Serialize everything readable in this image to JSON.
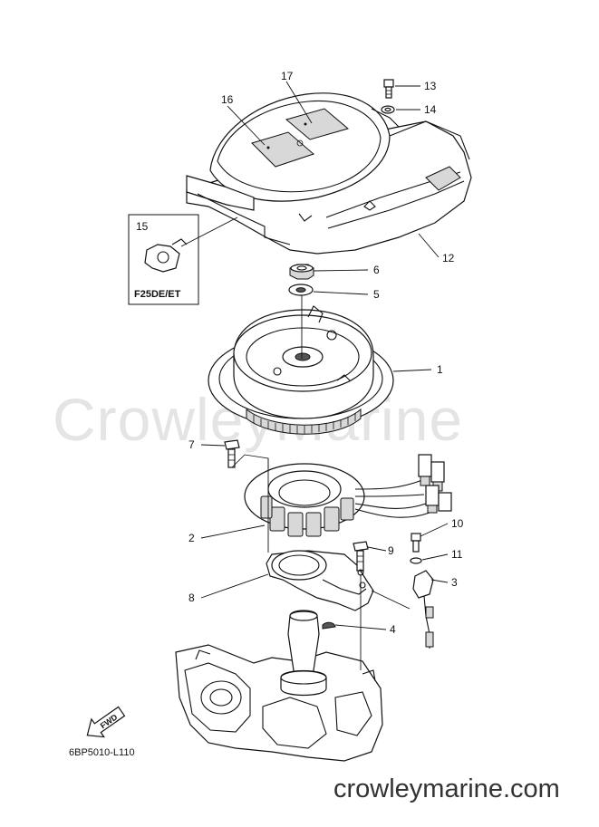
{
  "watermark": "CrowleyMarine",
  "footer": "crowleymarine.com",
  "diagram_code": "6BP5010-L110",
  "fwd_label": "FWD",
  "inset": {
    "model": "F25DE/ET"
  },
  "callouts": [
    "1",
    "2",
    "3",
    "4",
    "5",
    "6",
    "7",
    "8",
    "9",
    "10",
    "11",
    "12",
    "13",
    "14",
    "15",
    "16",
    "17"
  ]
}
